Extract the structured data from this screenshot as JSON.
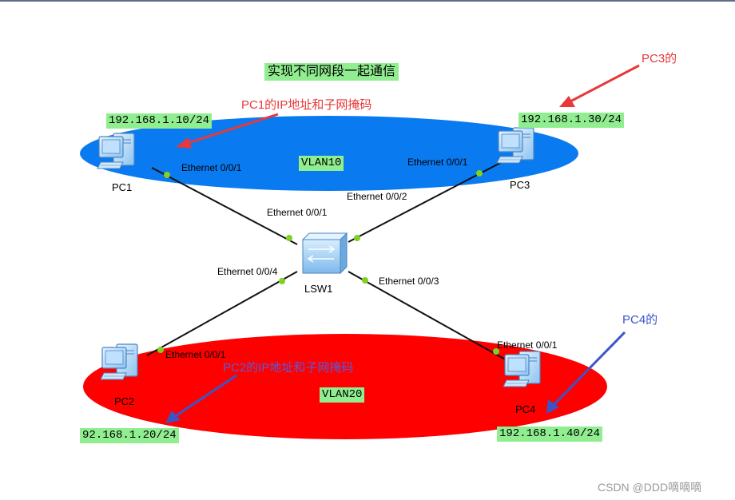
{
  "diagram": {
    "title": "实现不同网段一起通信",
    "vlans": {
      "vlan10": "VLAN10",
      "vlan20": "VLAN20"
    },
    "switch": {
      "name": "LSW1"
    },
    "pcs": {
      "pc1": {
        "name": "PC1",
        "ip": "192.168.1.10/24"
      },
      "pc2": {
        "name": "PC2",
        "ip": "92.168.1.20/24"
      },
      "pc3": {
        "name": "PC3",
        "ip": "192.168.1.30/24"
      },
      "pc4": {
        "name": "PC4",
        "ip": "192.168.1.40/24"
      }
    },
    "ports": {
      "pc1": "Ethernet 0/0/1",
      "pc3": "Ethernet 0/0/1",
      "sw_pc1": "Ethernet 0/0/1",
      "sw_pc3": "Ethernet 0/0/2",
      "sw_pc2": "Ethernet 0/0/4",
      "sw_pc4": "Ethernet 0/0/3",
      "pc2": "Ethernet 0/0/1",
      "pc4": "Ethernet 0/0/1"
    },
    "annotations": {
      "pc1_note": "PC1的IP地址和子网掩码",
      "pc2_note": "PC2的IP地址和子网掩码",
      "pc3_note": "PC3的",
      "pc4_note": "PC4的"
    },
    "colors": {
      "vlan10": "#0a7af0",
      "vlan20": "#ff0000",
      "label_bg": "#90ee90",
      "red_note": "#e8383a",
      "blue_note": "#3a55c8",
      "port_dot": "#7ed321"
    }
  },
  "watermark": "CSDN @DDD嘀嘀嘀"
}
